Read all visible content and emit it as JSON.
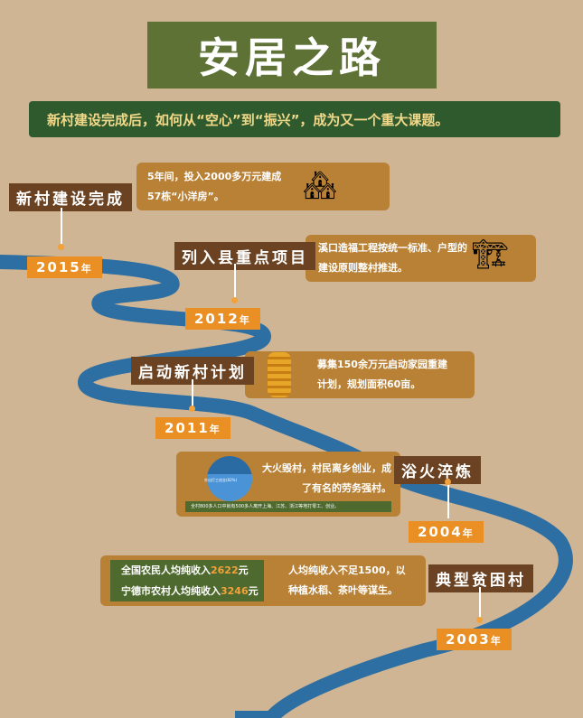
{
  "title": "安居之路",
  "subtitle": "新村建设完成后，如何从“空心”到“振兴”，成为又一个重大课题。",
  "milestones": [
    {
      "label": "新村建设完成",
      "year": "2015",
      "year_suffix": "年",
      "text": "5年间，投入2000多万元建成57栋“小洋房”。",
      "icon": "houses-icon"
    },
    {
      "label": "列入县重点项目",
      "year": "2012",
      "year_suffix": "年",
      "text": "溪口造福工程按统一标准、户型的建设原则整村推进。",
      "icon": "house-construction-icon"
    },
    {
      "label": "启动新村计划",
      "year": "2011",
      "year_suffix": "年",
      "text": "募集150余万元启动家园重建计划，规划面积60亩。",
      "icon": "coins-icon"
    },
    {
      "label": "浴火淬炼",
      "year": "2004",
      "year_suffix": "年",
      "text": "大火毁村，村民离乡创业，成了有名的劳务强村。",
      "pie_label": "外出打工创业(82%)",
      "note": "全村800多人口中就有500多人离开上海、江苏、浙江等地打零工、创业。"
    },
    {
      "label": "典型贫困村",
      "year": "2003",
      "year_suffix": "年",
      "text": "人均纯收入不足1500，以种植水稻、茶叶等谋生。",
      "stats": [
        {
          "prefix": "全国农民人均纯收入",
          "value": "2622",
          "unit": "元"
        },
        {
          "prefix": "宁德市农村人均纯收入",
          "value": "3246",
          "unit": "元"
        }
      ]
    }
  ],
  "pie_value": 82
}
